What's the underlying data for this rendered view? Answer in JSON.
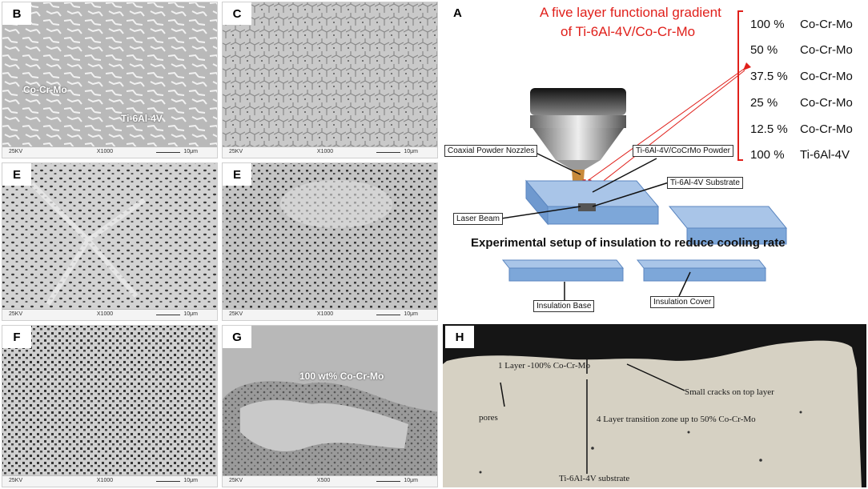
{
  "panels": {
    "B": {
      "label": "B",
      "kv": "25KV",
      "mag": "X1000",
      "scale": "10μm",
      "annot1": "Co-Cr-Mo",
      "annot2": "Ti-6Al-4V"
    },
    "C": {
      "label": "C",
      "kv": "25KV",
      "mag": "X1000",
      "scale": "10μm"
    },
    "E1": {
      "label": "E",
      "kv": "25KV",
      "mag": "X1000",
      "scale": "10μm"
    },
    "E2": {
      "label": "E",
      "kv": "25KV",
      "mag": "X1000",
      "scale": "10μm"
    },
    "F": {
      "label": "F",
      "kv": "25KV",
      "mag": "X1000",
      "scale": "10μm"
    },
    "G": {
      "label": "G",
      "kv": "25KV",
      "mag": "X500",
      "scale": "10μm",
      "annot": "100 wt% Co-Cr-Mo"
    },
    "A": {
      "label": "A",
      "title_line1": "A five layer functional gradient",
      "title_line2": "of Ti-6Al-4V/Co-Cr-Mo",
      "layers": [
        {
          "pct": "100 %",
          "material": "Co-Cr-Mo"
        },
        {
          "pct": "50 %",
          "material": "Co-Cr-Mo"
        },
        {
          "pct": "37.5 %",
          "material": "Co-Cr-Mo"
        },
        {
          "pct": "25 %",
          "material": "Co-Cr-Mo"
        },
        {
          "pct": "12.5 %",
          "material": "Co-Cr-Mo"
        },
        {
          "pct": "100 %",
          "material": "Ti-6Al-4V"
        }
      ],
      "nozzles_label": "Coaxial Powder Nozzles",
      "powder_label": "Ti-6Al-4V/CoCrMo Powder",
      "substrate_label": "Ti-6Al-4V Substrate",
      "laser_label": "Laser Beam",
      "setup_caption": "Experimental setup of insulation to reduce cooling rate",
      "base_label": "Insulation Base",
      "cover_label": "Insulation Cover"
    },
    "H": {
      "label": "H",
      "layer1": "1 Layer -100% Co-Cr-Mo",
      "cracks": "Small cracks on top layer",
      "pores": "pores",
      "transition": "4 Layer transition zone up to 50% Co-Cr-Mo",
      "substrate": "Ti-6Al-4V substrate"
    }
  },
  "colors": {
    "title_red": "#e0201b",
    "annot_red": "#e0201b",
    "block_blue": "#7da7d9",
    "block_blue_dark": "#4f7fbf"
  }
}
